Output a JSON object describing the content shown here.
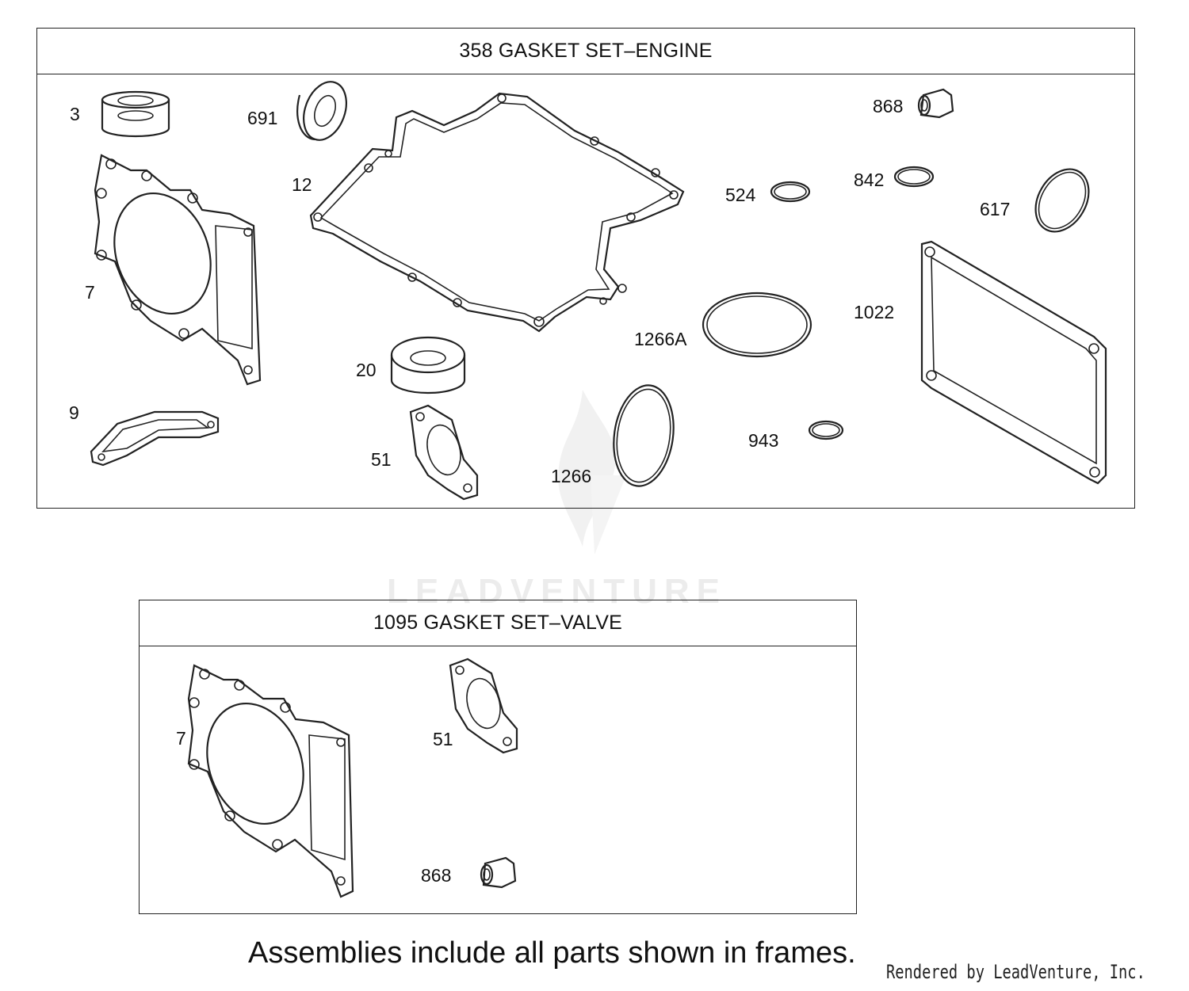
{
  "frames": {
    "engine": {
      "title": "358 GASKET SET–ENGINE"
    },
    "valve": {
      "title": "1095 GASKET SET–VALVE"
    }
  },
  "engine_labels": {
    "p3": "3",
    "p691": "691",
    "p12": "12",
    "p7": "7",
    "p9": "9",
    "p20": "20",
    "p51": "51",
    "p1266": "1266",
    "p1266a": "1266A",
    "p524": "524",
    "p842": "842",
    "p868": "868",
    "p617": "617",
    "p1022": "1022",
    "p943": "943"
  },
  "valve_labels": {
    "p7": "7",
    "p51": "51",
    "p868": "868"
  },
  "watermark": "LEADVENTURE",
  "footer": "Assemblies include all parts shown in frames.",
  "credit": "Rendered by LeadVenture, Inc."
}
